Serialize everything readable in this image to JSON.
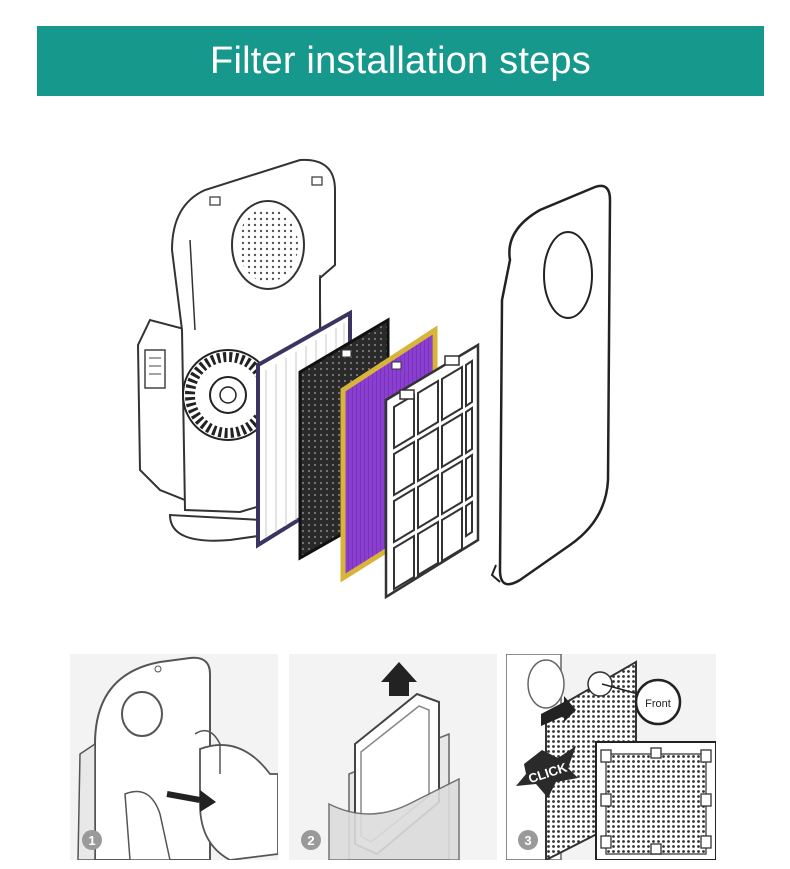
{
  "banner": {
    "title": "Filter installation steps"
  },
  "colors": {
    "banner_bg": "#16998c",
    "hepa_frame": "#3a3560",
    "carbon": "#2a2a2a",
    "photocatalyst_fill": "#8a3fd0",
    "photocatalyst_frame": "#d8b43a",
    "step_badge": "#9a9a9a"
  },
  "steps": [
    {
      "number": "1"
    },
    {
      "number": "2"
    },
    {
      "number": "3",
      "click_label": "CLICK",
      "front_label": "Front"
    }
  ]
}
